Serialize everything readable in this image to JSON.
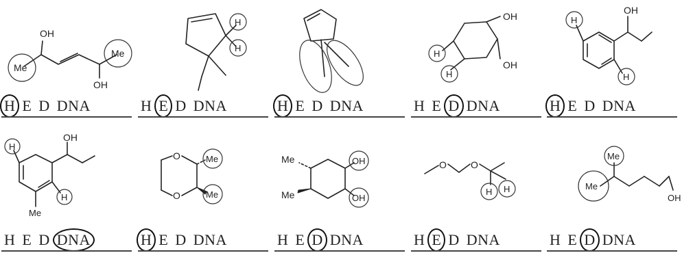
{
  "answer_options": [
    "H",
    "E",
    "D",
    "DNA"
  ],
  "panels": [
    {
      "labels": [
        "OH",
        "Me",
        "Me",
        "OH"
      ],
      "answer": "H"
    },
    {
      "labels": [
        "H",
        "H"
      ],
      "answer": "E"
    },
    {
      "labels": [],
      "answer": "H"
    },
    {
      "labels": [
        "OH",
        "OH",
        "H",
        "H"
      ],
      "answer": "D"
    },
    {
      "labels": [
        "H",
        "OH",
        "H"
      ],
      "answer": "H"
    },
    {
      "labels": [
        "H",
        "OH",
        "H",
        "Me"
      ],
      "answer": "DNA"
    },
    {
      "labels": [
        "O",
        "O",
        "Me",
        "Me"
      ],
      "answer": "H"
    },
    {
      "labels": [
        "Me",
        "Me",
        "OH",
        "OH"
      ],
      "answer": "D"
    },
    {
      "labels": [
        "O",
        "O",
        "H",
        "H"
      ],
      "answer": "E"
    },
    {
      "labels": [
        "Me",
        "Me",
        "OH"
      ],
      "answer": "D"
    }
  ]
}
